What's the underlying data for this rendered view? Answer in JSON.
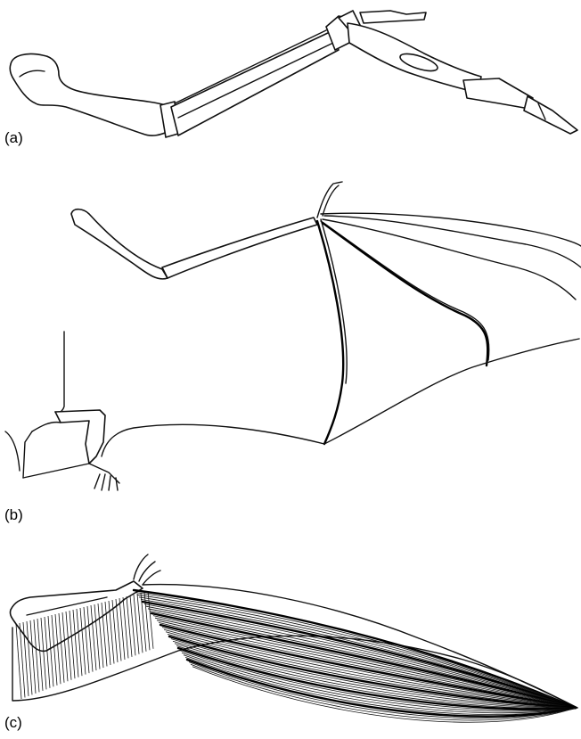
{
  "panels": {
    "a": {
      "label": "(a)",
      "icon": "forelimb-skeleton"
    },
    "b": {
      "label": "(b)",
      "icon": "bat-wing-skeleton"
    },
    "c": {
      "label": "(c)",
      "icon": "feathered-wing"
    }
  },
  "colors": {
    "ink": "#111111",
    "background": "#ffffff"
  }
}
